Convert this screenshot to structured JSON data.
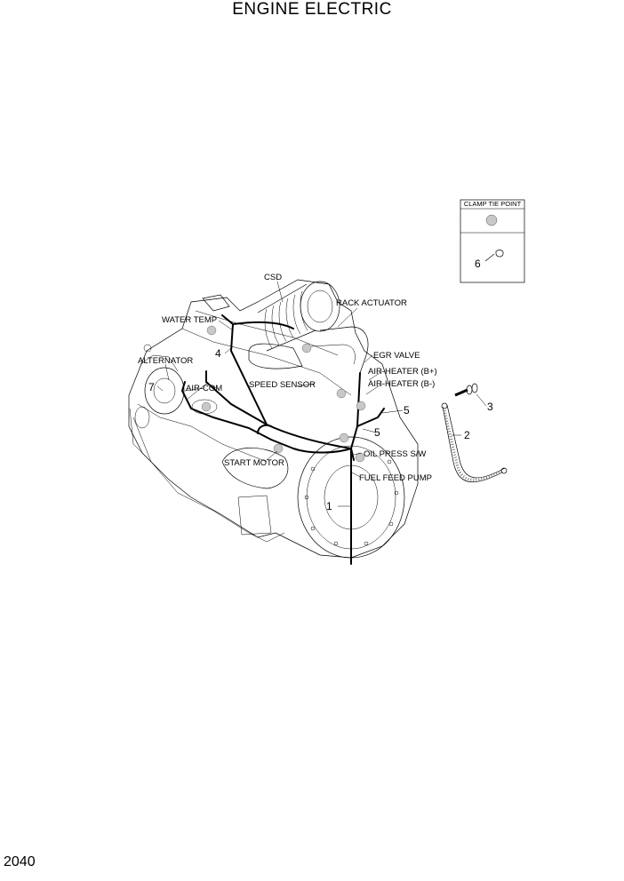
{
  "title": "ENGINE ELECTRIC",
  "page_number": "2040",
  "legend": {
    "title": "CLAMP TIE POINT",
    "item_number": "6"
  },
  "labels": {
    "csd": "CSD",
    "rack_actuator": "RACK ACTUATOR",
    "water_temp": "WATER TEMP",
    "egr_valve": "EGR VALVE",
    "air_heater_bplus": "AIR-HEATER (B+)",
    "air_heater_bminus": "AIR-HEATER (B-)",
    "alternator": "ALTERNATOR",
    "air_com": "AIR-COM",
    "speed_sensor": "SPEED SENSOR",
    "oil_press_sw": "OIL PRESS S/W",
    "fuel_feed_pump": "FUEL FEED PUMP",
    "start_motor": "START MOTOR"
  },
  "callouts": {
    "harness": "1",
    "ground_strap": "2",
    "bolt": "3",
    "item4": "4",
    "item5_upper": "5",
    "item5_lower": "5",
    "item7": "7"
  }
}
